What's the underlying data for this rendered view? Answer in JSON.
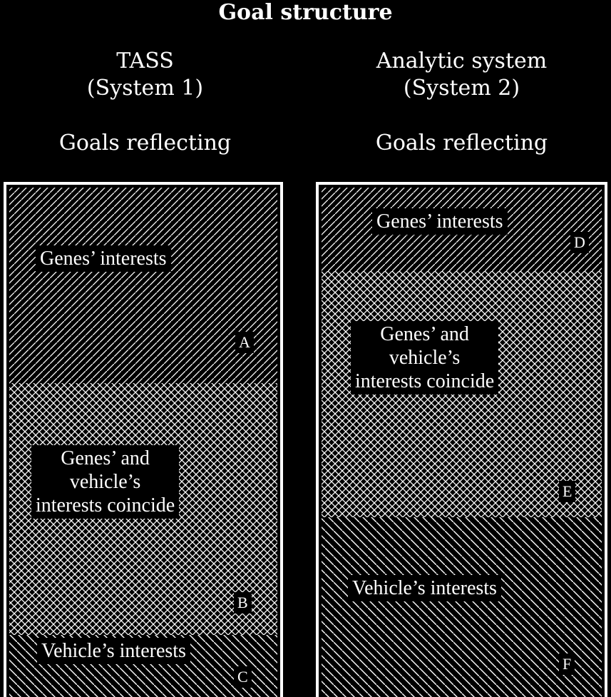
{
  "title": "Goal structure",
  "left": {
    "heading": "TASS",
    "subheading": "(System 1)",
    "goals_label": "Goals reflecting",
    "regions": [
      {
        "label": "Genes’ interests",
        "letter": "A",
        "pattern": "diagonal-forward"
      },
      {
        "label_lines": [
          "Genes’ and",
          "vehicle’s",
          "interests coincide"
        ],
        "letter": "B",
        "pattern": "crosshatch"
      },
      {
        "label": "Vehicle’s interests",
        "letter": "C",
        "pattern": "diagonal-back"
      }
    ]
  },
  "right": {
    "heading": "Analytic system",
    "subheading": "(System 2)",
    "goals_label": "Goals reflecting",
    "regions": [
      {
        "label": "Genes’ interests",
        "letter": "D",
        "pattern": "diagonal-forward"
      },
      {
        "label_lines": [
          "Genes’ and",
          "vehicle’s",
          "interests coincide"
        ],
        "letter": "E",
        "pattern": "crosshatch"
      },
      {
        "label": "Vehicle’s interests",
        "letter": "F",
        "pattern": "diagonal-back"
      }
    ]
  }
}
